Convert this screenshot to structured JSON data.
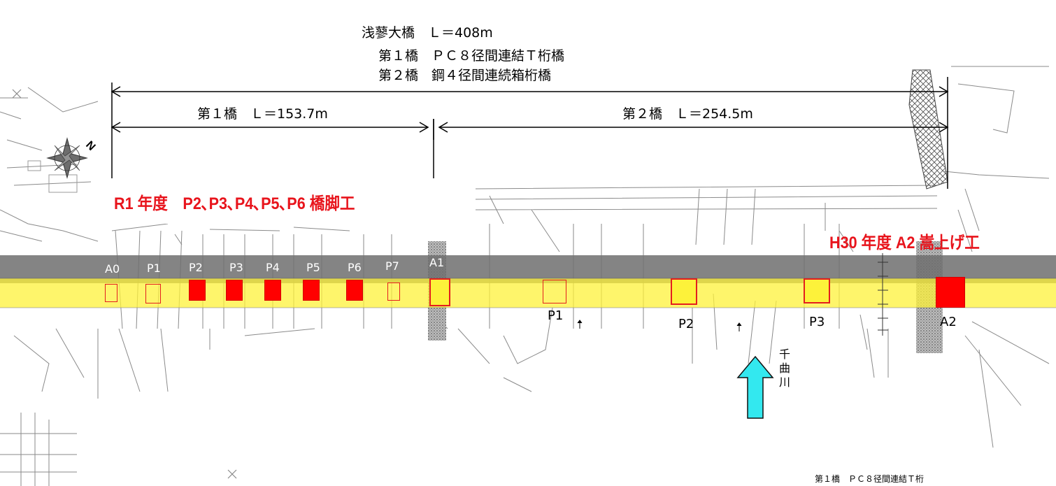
{
  "header": {
    "line1": "浅蓼大橋　Ｌ＝408m",
    "line2": "第１橋　ＰＣ８径間連結Ｔ桁橋",
    "line3": "第２橋　鋼４径間連続箱桁橋"
  },
  "spans": {
    "bridge1": "第１橋　Ｌ＝153.7m",
    "bridge2": "第２橋　Ｌ＝254.5m"
  },
  "annotations": {
    "r1": "R1 年度　P2､P3､P4､P5､P6 橋脚工",
    "h30": "H30 年度  A2 嵩上げ工"
  },
  "piers": {
    "b1": [
      "A0",
      "P1",
      "P2",
      "P3",
      "P4",
      "P5",
      "P6",
      "P7",
      "A1"
    ],
    "b2": [
      "P1",
      "P2",
      "P3",
      "A2"
    ]
  },
  "river": {
    "name": "千曲川"
  },
  "bottom": {
    "caption": "第１橋　ＰＣ８径間連結Ｔ桁"
  },
  "colors": {
    "deck_band": "#fdf23a",
    "road_band": "#6e6e6e",
    "completed_marker": "#ff0000",
    "planned_marker_border": "#e41e1e",
    "river_arrow": "#33e8ef"
  },
  "icons": {
    "north": "compass-rose-icon",
    "flow": "flow-arrow-icon"
  }
}
